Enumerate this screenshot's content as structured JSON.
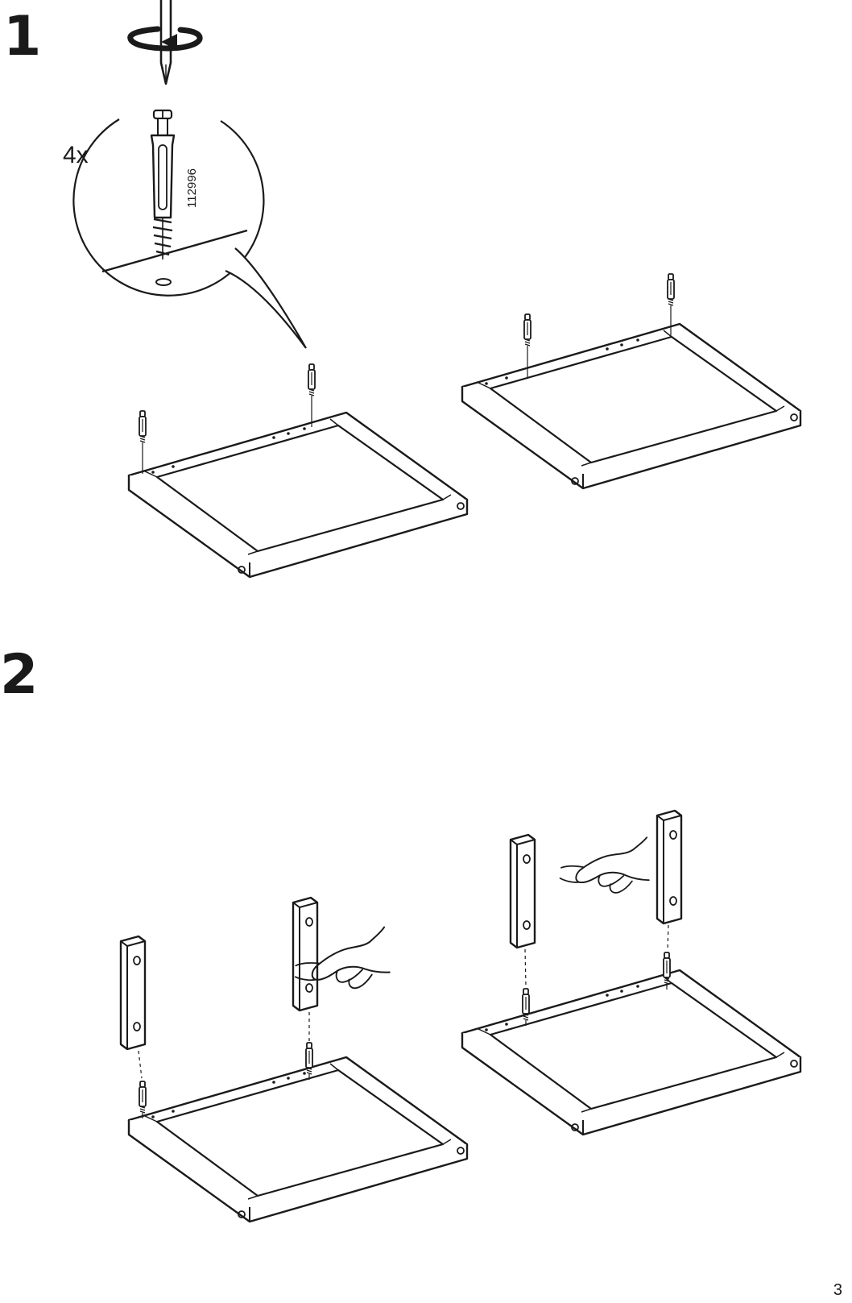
{
  "step1": {
    "number": "1",
    "quantity": "4x",
    "part_number": "112996",
    "icons": [
      "screwdriver-icon",
      "rotate-arrow-icon",
      "cam-bolt-icon"
    ]
  },
  "step2": {
    "number": "2",
    "icons": [
      "pointing-hand-icon",
      "leg-block-icon"
    ]
  },
  "page_number": "3",
  "colors": {
    "ink": "#1a1a1a",
    "paper": "#ffffff"
  }
}
